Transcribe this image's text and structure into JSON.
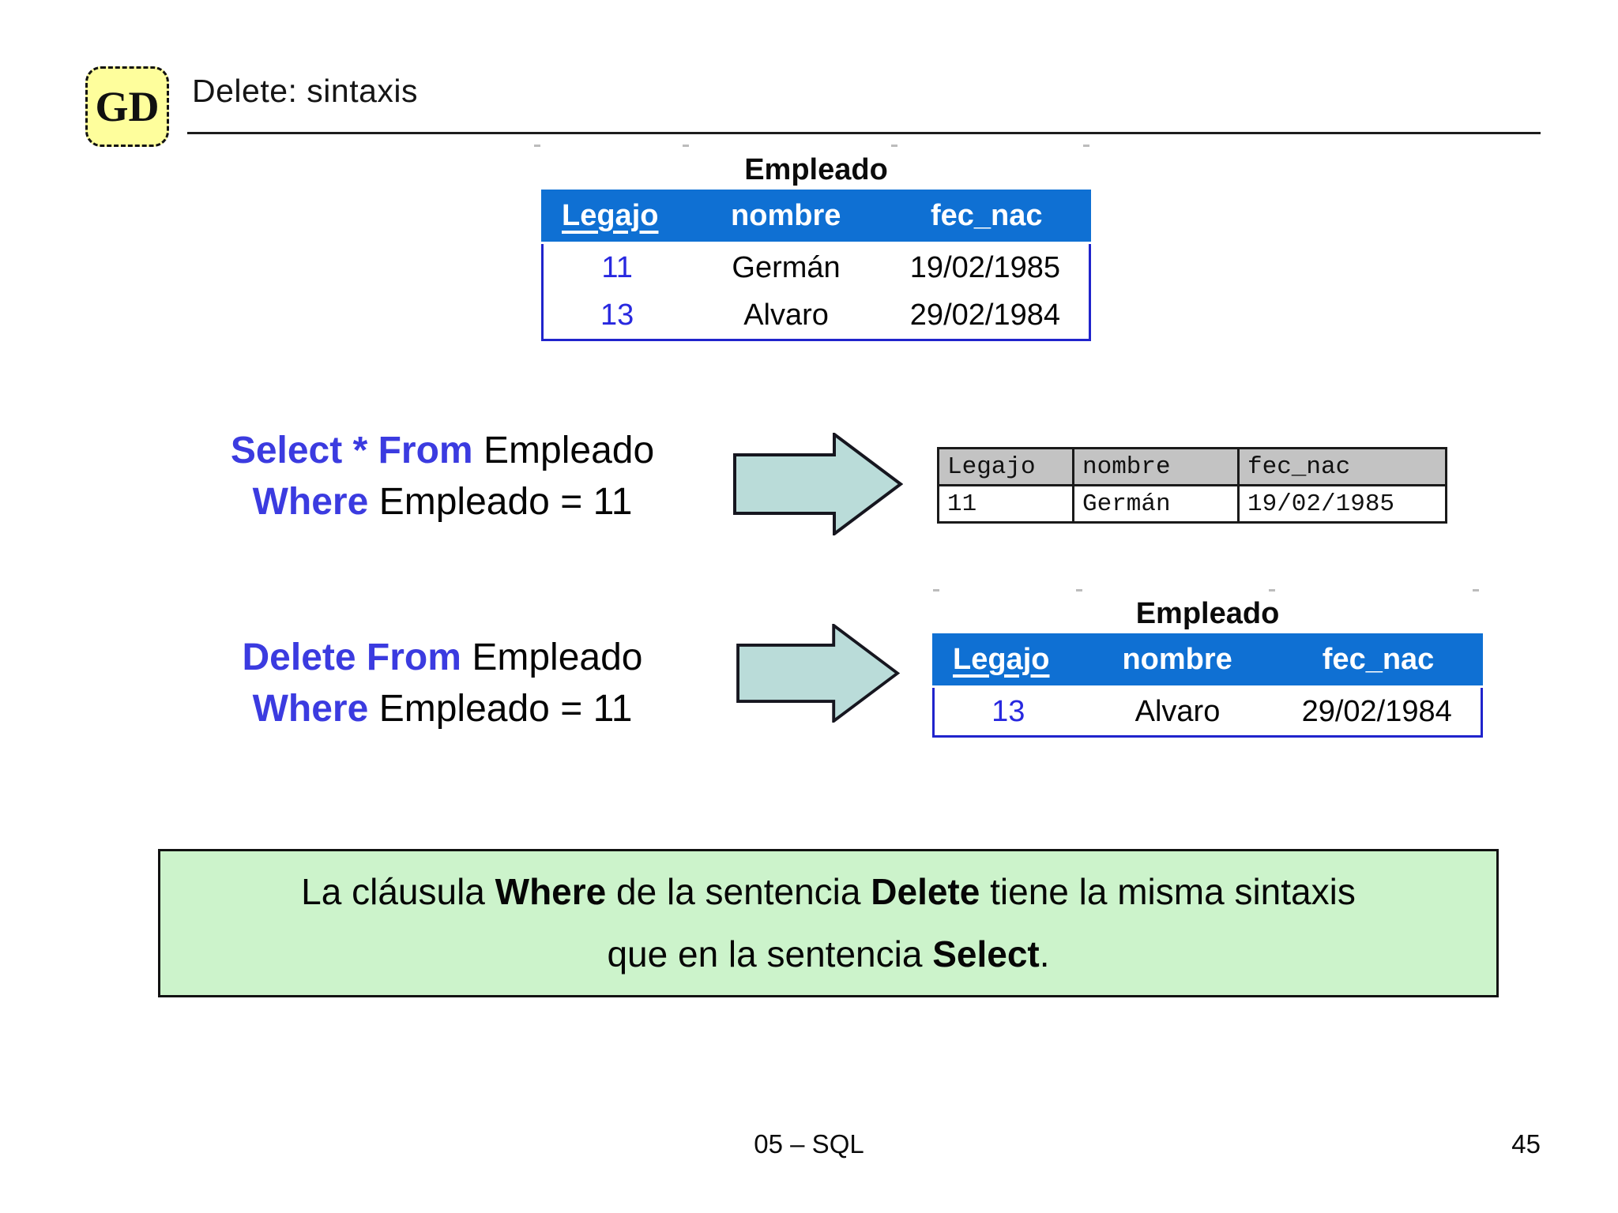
{
  "slide": {
    "logo_text": "GD",
    "title": "Delete: sintaxis",
    "footer_center": "05 – SQL",
    "page_number": "45"
  },
  "empleado_before": {
    "title": "Empleado",
    "columns": [
      "Legajo",
      "nombre",
      "fec_nac"
    ],
    "rows": [
      [
        "11",
        "Germán",
        "19/02/1985"
      ],
      [
        "13",
        "Alvaro",
        "29/02/1984"
      ]
    ]
  },
  "select_query": {
    "line1_keyword": "Select * From",
    "line1_rest": "Empleado",
    "line2_keyword": "Where",
    "line2_rest": "Empleado = 11"
  },
  "select_result": {
    "columns": [
      "Legajo",
      "nombre",
      "fec_nac"
    ],
    "rows": [
      [
        "11",
        "Germán",
        "19/02/1985"
      ]
    ]
  },
  "delete_query": {
    "line1_keyword": "Delete From",
    "line1_rest": "Empleado",
    "line2_keyword": "Where",
    "line2_rest": "Empleado = 11"
  },
  "empleado_after": {
    "title": "Empleado",
    "columns": [
      "Legajo",
      "nombre",
      "fec_nac"
    ],
    "rows": [
      [
        "13",
        "Alvaro",
        "29/02/1984"
      ]
    ]
  },
  "note": {
    "part1": "La cláusula ",
    "bold1": "Where",
    "part2": " de la sentencia ",
    "bold2": "Delete",
    "part3": " tiene la misma sintaxis",
    "part4": "que en la sentencia ",
    "bold3": "Select",
    "part5": "."
  },
  "colors": {
    "table_header_blue": "#0F70D3",
    "table_border_blue": "#2024CC",
    "value_blue": "#2828DF",
    "keyword_blue": "#3B3BE0",
    "arrow_fill": "#BADCD9",
    "arrow_stroke": "#16161F",
    "result_header_gray": "#C3C3C3",
    "note_green": "#CCF3CB",
    "logo_yellow": "#FEFE9C"
  }
}
